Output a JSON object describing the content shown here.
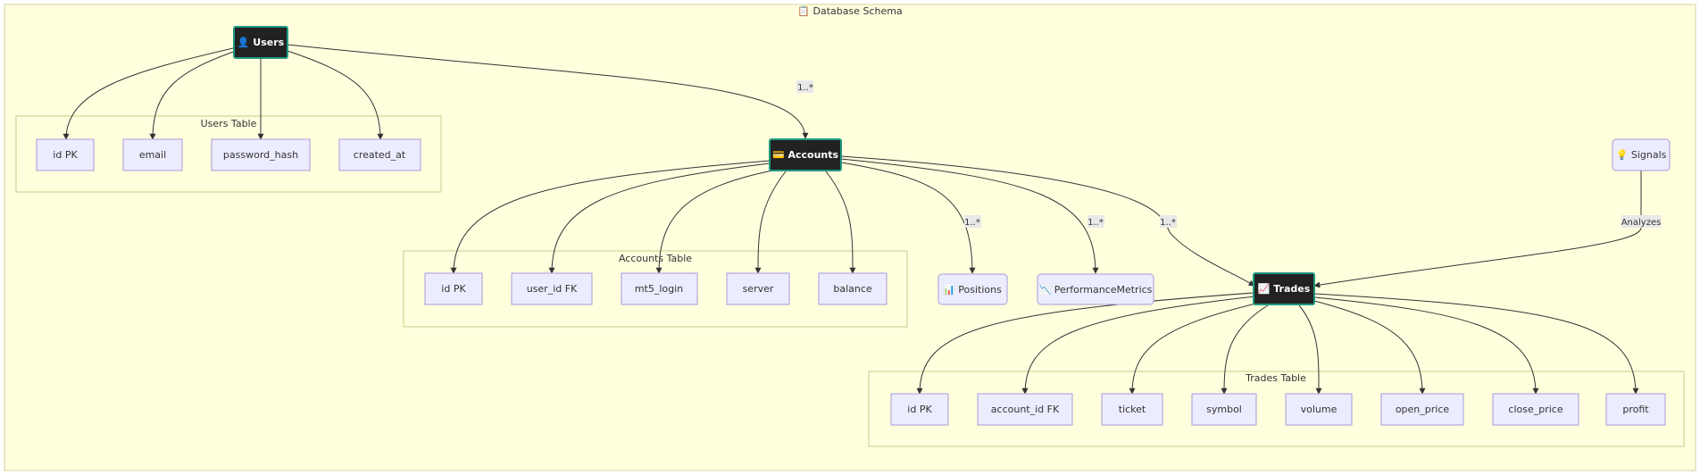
{
  "diagram": {
    "title": "📋 Database Schema",
    "clusters": {
      "users": "Users Table",
      "accounts": "Accounts Table",
      "trades": "Trades Table"
    },
    "entities": {
      "users": "👤 Users",
      "accounts": "💳 Accounts",
      "trades": "📈 Trades",
      "signals": "💡 Signals",
      "positions": "📊 Positions",
      "performance": "📉 PerformanceMetrics"
    },
    "fields": {
      "users": [
        "id PK",
        "email",
        "password_hash",
        "created_at"
      ],
      "accounts": [
        "id PK",
        "user_id FK",
        "mt5_login",
        "server",
        "balance"
      ],
      "trades": [
        "id PK",
        "account_id FK",
        "ticket",
        "symbol",
        "volume",
        "open_price",
        "close_price",
        "profit"
      ]
    },
    "edge_labels": {
      "users_accounts": "1..*",
      "accounts_positions": "1..*",
      "accounts_performance": "1..*",
      "accounts_trades": "1..*",
      "signals_trades": "Analyzes"
    }
  }
}
